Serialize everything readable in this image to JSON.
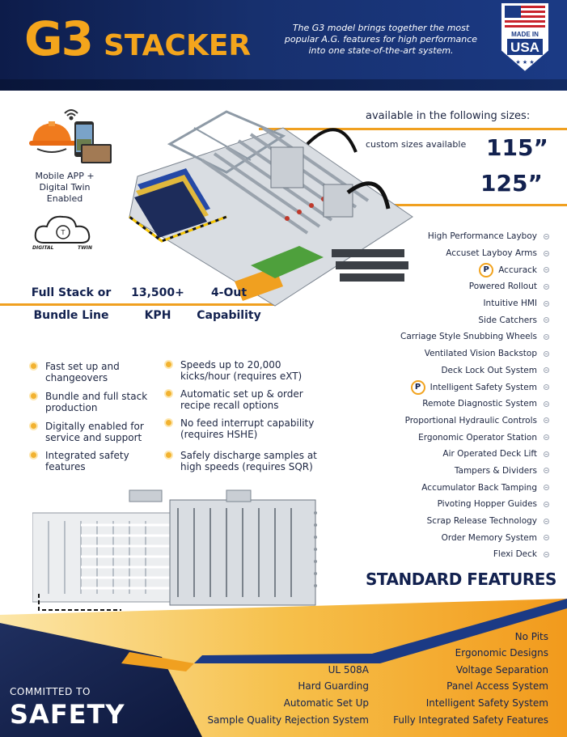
{
  "header": {
    "title_g3": "G3",
    "title_stacker": "STACKER",
    "tagline": "The G3 model brings together the most popular A.G. features for high performance into one state-of-the-art system.",
    "badge_top": "MADE IN",
    "badge_bottom": "USA"
  },
  "sizes": {
    "intro": "available in the following sizes:",
    "custom": "custom sizes available",
    "values": [
      "115”",
      "125”"
    ]
  },
  "mobile": {
    "text": "Mobile APP + Digital Twin Enabled",
    "twin_left": "DIGITAL",
    "twin_right": "TWIN"
  },
  "stats": [
    {
      "top": "Full Stack or",
      "bottom": "Bundle Line"
    },
    {
      "top": "13,500+",
      "bottom": "KPH"
    },
    {
      "top": "4-Out",
      "bottom": "Capability"
    }
  ],
  "bullets_left": [
    "Fast set up and changeovers",
    "Bundle and full stack production",
    "Digitally enabled for service and support",
    "Integrated safety features"
  ],
  "bullets_right": [
    "Speeds up to 20,000 kicks/hour (requires eXT)",
    "Automatic set up & order recipe recall options",
    "No feed interrupt capability (requires HSHE)",
    "Safely discharge samples at high speeds (requires SQR)"
  ],
  "features": {
    "badge_letter": "P",
    "items": [
      {
        "label": "High Performance Layboy",
        "patented": false
      },
      {
        "label": "Accuset Layboy Arms",
        "patented": false
      },
      {
        "label": "Accurack",
        "patented": true
      },
      {
        "label": "Powered Rollout",
        "patented": false
      },
      {
        "label": "Intuitive HMI",
        "patented": false
      },
      {
        "label": "Side Catchers",
        "patented": false
      },
      {
        "label": "Carriage Style Snubbing Wheels",
        "patented": false
      },
      {
        "label": "Ventilated Vision Backstop",
        "patented": false
      },
      {
        "label": "Deck Lock Out System",
        "patented": false
      },
      {
        "label": "Intelligent Safety System",
        "patented": true
      },
      {
        "label": "Remote Diagnostic System",
        "patented": false
      },
      {
        "label": "Proportional Hydraulic Controls",
        "patented": false
      },
      {
        "label": "Ergonomic Operator Station",
        "patented": false
      },
      {
        "label": "Air Operated Deck Lift",
        "patented": false
      },
      {
        "label": "Tampers & Dividers",
        "patented": false
      },
      {
        "label": "Accumulator Back Tamping",
        "patented": false
      },
      {
        "label": "Pivoting Hopper Guides",
        "patented": false
      },
      {
        "label": "Scrap Release Technology",
        "patented": false
      },
      {
        "label": "Order Memory System",
        "patented": false
      },
      {
        "label": "Flexi Deck",
        "patented": false
      }
    ],
    "heading": "STANDARD FEATURES"
  },
  "safety": {
    "committed": "COMMITTED TO",
    "safety": "SAFETY",
    "left_items": [
      "UL 508A",
      "Hard Guarding",
      "Automatic Set Up",
      "Sample Quality Rejection System"
    ],
    "right_items": [
      "No Pits",
      "Ergonomic Designs",
      "Voltage Separation",
      "Panel Access System",
      "Intelligent Safety System",
      "Fully Integrated Safety Features"
    ]
  },
  "colors": {
    "navy": "#12214f",
    "orange": "#f4a51c",
    "header_blue": "#17306e"
  }
}
